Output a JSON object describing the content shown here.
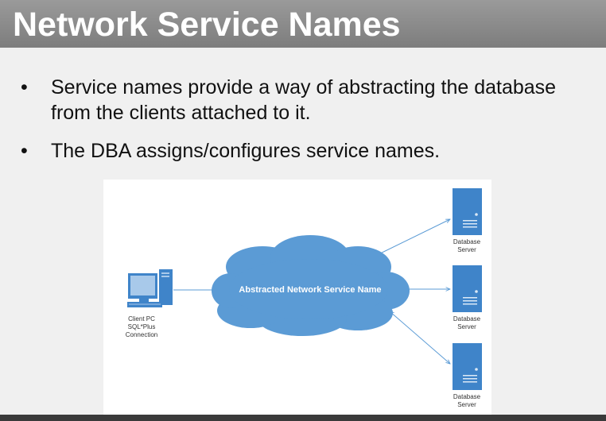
{
  "slide": {
    "title": "Network Service Names",
    "bullets": [
      {
        "line1": "Service names provide a way of abstracting the database",
        "line2": "from the clients attached to it."
      },
      {
        "line1": "The DBA assigns/configures service names."
      }
    ],
    "bullet_glyph": "•"
  },
  "diagram": {
    "cloud_label": "Abstracted Network Service Name",
    "client": {
      "icon": "desktop-computer-icon",
      "label_lines": [
        "Client PC",
        "SQL*Plus",
        "Connection"
      ]
    },
    "servers": [
      {
        "icon": "server-icon",
        "label_lines": [
          "Database",
          "Server"
        ]
      },
      {
        "icon": "server-icon",
        "label_lines": [
          "Database",
          "Server"
        ]
      },
      {
        "icon": "server-icon",
        "label_lines": [
          "Database",
          "Server"
        ]
      }
    ],
    "colors": {
      "cloud": "#5b9bd5",
      "device": "#3f84c9",
      "connector": "#5b9bd5"
    }
  }
}
